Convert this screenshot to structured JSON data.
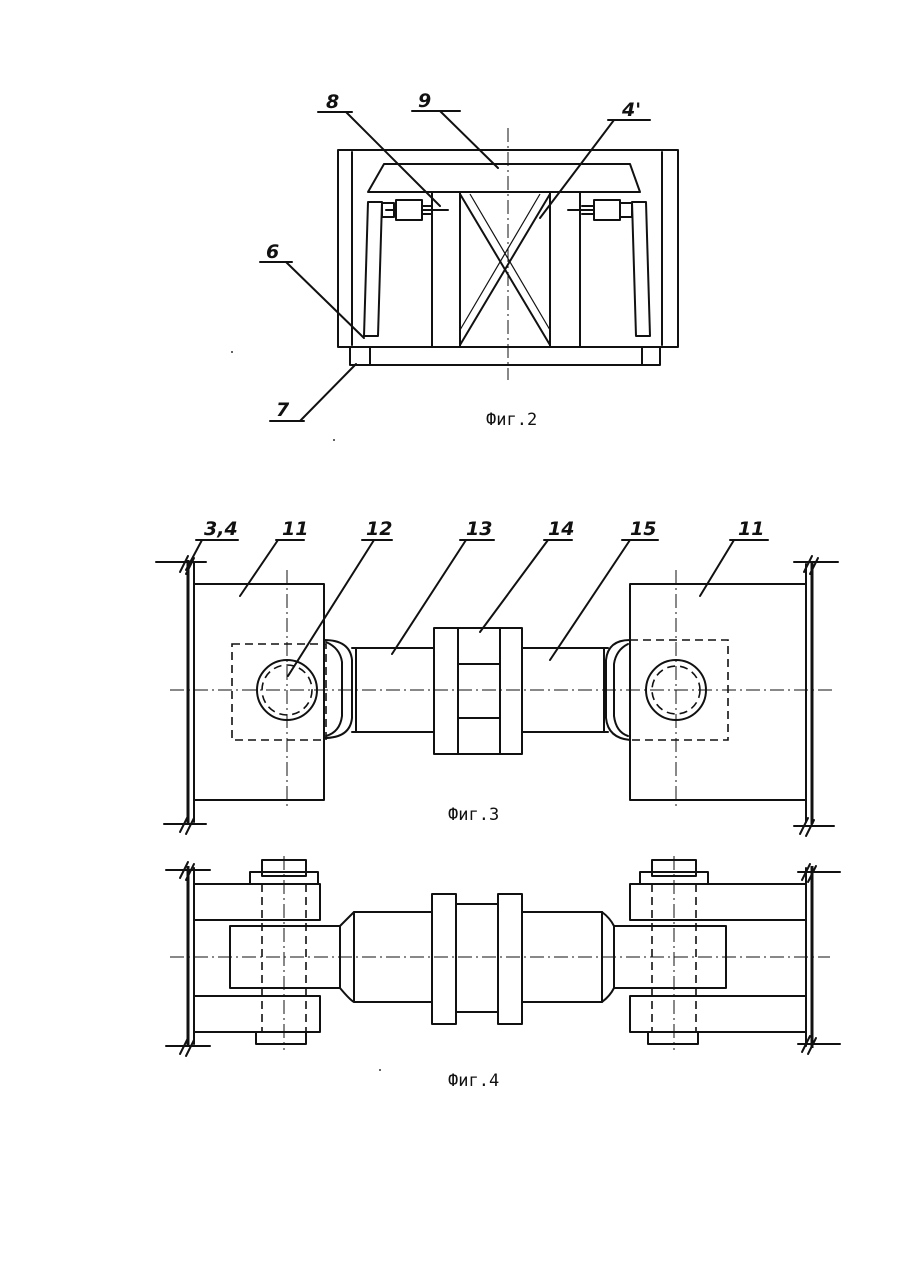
{
  "figures": [
    {
      "caption": "Фиг.2",
      "labels": [
        "8",
        "9",
        "4'",
        "6",
        "7"
      ]
    },
    {
      "caption": "Фиг.3",
      "labels": [
        "3,4",
        "11",
        "12",
        "13",
        "14",
        "15",
        "11"
      ]
    },
    {
      "caption": "Фиг.4",
      "labels": []
    }
  ]
}
